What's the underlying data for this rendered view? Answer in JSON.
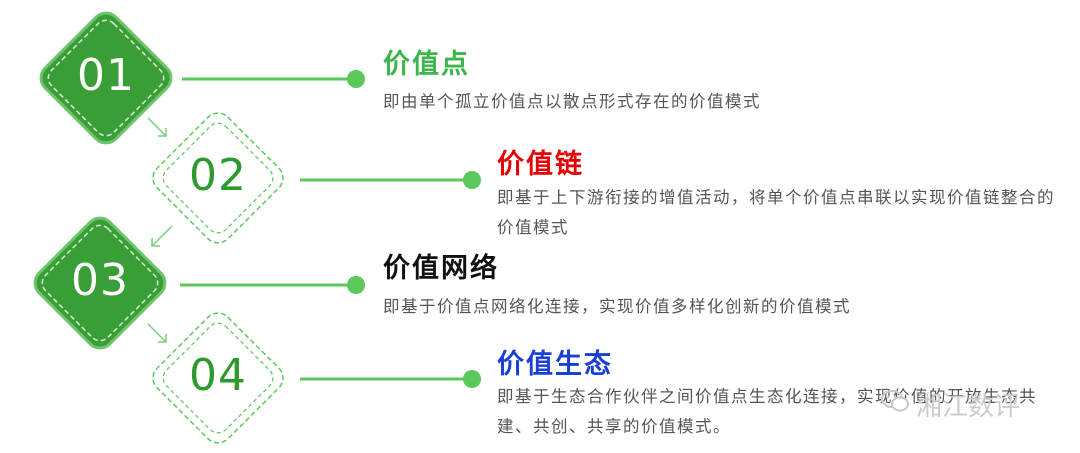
{
  "steps": [
    {
      "number": "01",
      "title": "价值点",
      "title_color": "#3cb54a",
      "desc": "即由单个孤立价值点以散点形式存在的价值模式",
      "style": "solid"
    },
    {
      "number": "02",
      "title": "价值链",
      "title_color": "#e60000",
      "desc": "即基于上下游衔接的增值活动，将单个价值点串联以实现价值链整合的价值模式",
      "style": "outline"
    },
    {
      "number": "03",
      "title": "价值网络",
      "title_color": "#111111",
      "desc": "即基于价值点网络化连接，实现价值多样化创新的价值模式",
      "style": "solid"
    },
    {
      "number": "04",
      "title": "价值生态",
      "title_color": "#1a3fd6",
      "desc": "即基于生态合作伙伴之间价值点生态化连接，实现价值的开放生态共建、共创、共享的价值模式。",
      "style": "outline"
    }
  ],
  "colors": {
    "green_fill": "#3a9e37",
    "green_dark": "#2e8a2c",
    "green_line": "#5ac85a",
    "dot": "#5ac85a"
  },
  "watermark": {
    "text": "湘江数评",
    "icon": "wechat-icon"
  }
}
